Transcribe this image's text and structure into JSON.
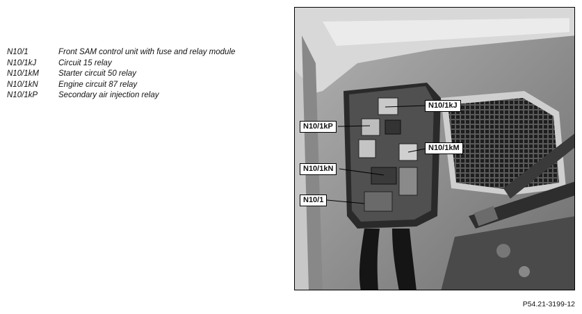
{
  "legend": [
    {
      "code": "N10/1",
      "description": "Front SAM control unit with fuse and relay module"
    },
    {
      "code": "N10/1kJ",
      "description": "Circuit 15 relay"
    },
    {
      "code": "N10/1kM",
      "description": "Starter circuit 50 relay"
    },
    {
      "code": "N10/1kN",
      "description": "Engine circuit 87 relay"
    },
    {
      "code": "N10/1kP",
      "description": "Secondary air injection relay"
    }
  ],
  "callouts": {
    "kJ": "N10/1kJ",
    "kP": "N10/1kP",
    "kM": "N10/1kM",
    "kN": "N10/1kN",
    "main": "N10/1"
  },
  "figure_id": "P54.21-3199-12"
}
